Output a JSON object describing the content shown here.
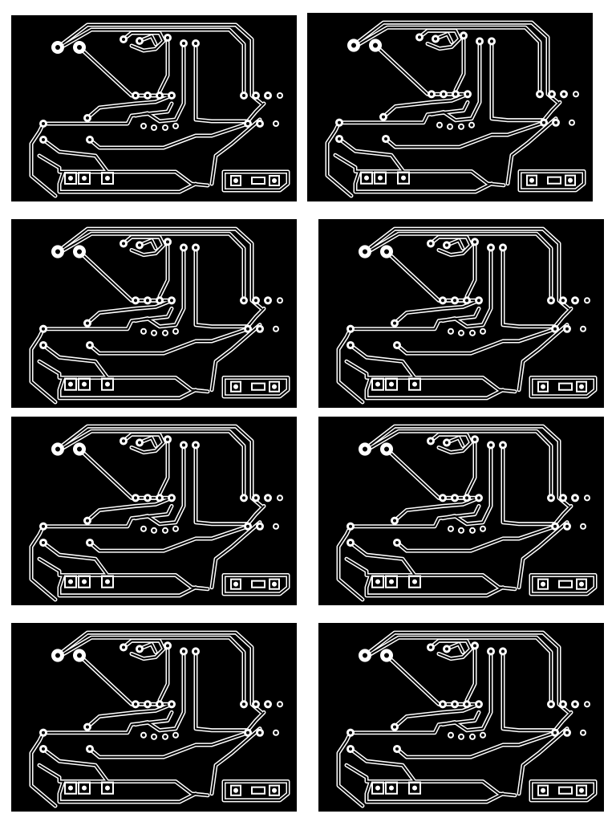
{
  "sheet": {
    "boards_per_page": 8,
    "background_color": "#ffffff",
    "board_color": "#000000",
    "trace_color": "#ffffff",
    "boards": [
      {
        "id": "board-1",
        "row": 1,
        "column": "left"
      },
      {
        "id": "board-2",
        "row": 1,
        "column": "right"
      },
      {
        "id": "board-3",
        "row": 2,
        "column": "left"
      },
      {
        "id": "board-4",
        "row": 2,
        "column": "right"
      },
      {
        "id": "board-5",
        "row": 3,
        "column": "left"
      },
      {
        "id": "board-6",
        "row": 3,
        "column": "right"
      },
      {
        "id": "board-7",
        "row": 4,
        "column": "left"
      },
      {
        "id": "board-8",
        "row": 4,
        "column": "right"
      }
    ]
  }
}
